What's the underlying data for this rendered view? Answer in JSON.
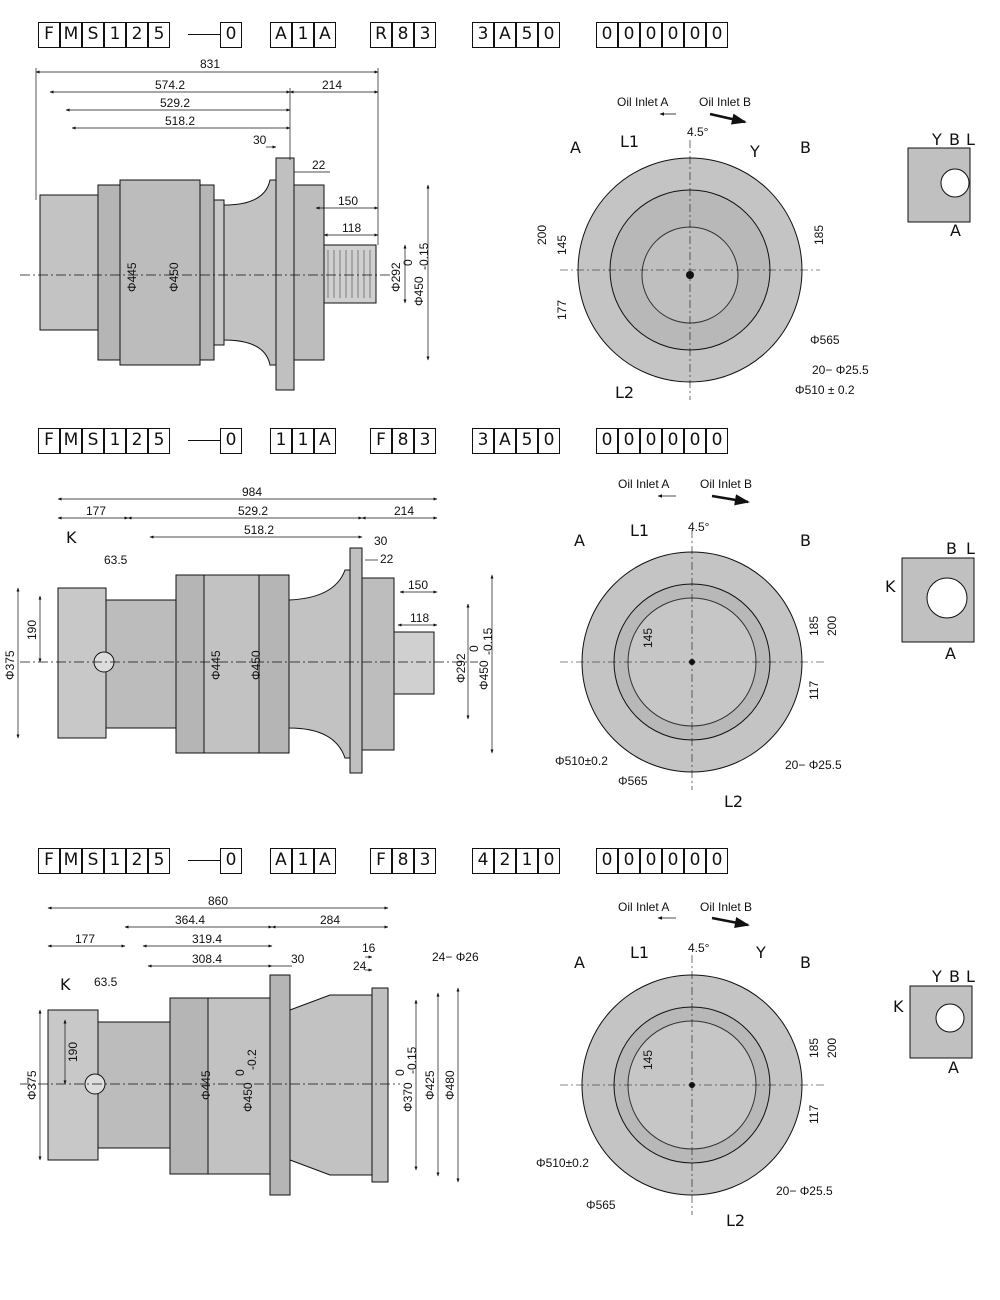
{
  "sections": [
    {
      "code": {
        "g1": [
          "F",
          "M",
          "S",
          "1",
          "2",
          "5"
        ],
        "g2": [
          "0"
        ],
        "g3": [
          "A",
          "1",
          "A"
        ],
        "g4": [
          "R",
          "8",
          "3"
        ],
        "g5": [
          "3",
          "A",
          "5",
          "0"
        ],
        "g6": [
          "0",
          "0",
          "0",
          "0",
          "0",
          "0"
        ]
      },
      "side_dims": {
        "d1": "831",
        "d2": "574.2",
        "d3": "214",
        "d4": "529.2",
        "d5": "518.2",
        "d6": "30",
        "d7": "22",
        "d8": "150",
        "d9": "118",
        "phi1": "Φ445",
        "phi2": "Φ450",
        "phi3": "Φ292",
        "phi4": "Φ450",
        "tol_top": "0",
        "tol_bot": "-0.15"
      },
      "front": {
        "oil_a": "Oil Inlet A",
        "oil_b": "Oil Inlet B",
        "angle": "4.5°",
        "A": "A",
        "L1": "L1",
        "Y": "Y",
        "B": "B",
        "L2": "L2",
        "v200": "200",
        "v145": "145",
        "v177": "177",
        "v185": "185",
        "phi565": "Φ565",
        "holes": "20− Φ25.5",
        "phi510": "Φ510 ± 0.2"
      },
      "small": {
        "Y": "Y",
        "B": "B",
        "L": "L",
        "A": "A"
      }
    },
    {
      "code": {
        "g1": [
          "F",
          "M",
          "S",
          "1",
          "2",
          "5"
        ],
        "g2": [
          "0"
        ],
        "g3": [
          "1",
          "1",
          "A"
        ],
        "g4": [
          "F",
          "8",
          "3"
        ],
        "g5": [
          "3",
          "A",
          "5",
          "0"
        ],
        "g6": [
          "0",
          "0",
          "0",
          "0",
          "0",
          "0"
        ]
      },
      "side_dims": {
        "d1": "984",
        "d2": "177",
        "d3": "529.2",
        "d4": "214",
        "d5": "518.2",
        "d6": "30",
        "d7": "22",
        "d8": "150",
        "d9": "118",
        "d10": "63.5",
        "K": "K",
        "v190": "190",
        "phi0": "Φ375",
        "phi1": "Φ445",
        "phi2": "Φ450",
        "phi3": "Φ292",
        "phi4": "Φ450",
        "tol_top": "0",
        "tol_bot": "-0.15"
      },
      "front": {
        "oil_a": "Oil Inlet A",
        "oil_b": "Oil Inlet B",
        "angle": "4.5°",
        "A": "A",
        "L1": "L1",
        "B": "B",
        "L2": "L2",
        "v145": "145",
        "v185": "185",
        "v200": "200",
        "v117": "117",
        "phi510": "Φ510±0.2",
        "phi565": "Φ565",
        "holes": "20− Φ25.5"
      },
      "small": {
        "K": "K",
        "B": "B",
        "L": "L",
        "A": "A"
      }
    },
    {
      "code": {
        "g1": [
          "F",
          "M",
          "S",
          "1",
          "2",
          "5"
        ],
        "g2": [
          "0"
        ],
        "g3": [
          "A",
          "1",
          "A"
        ],
        "g4": [
          "F",
          "8",
          "3"
        ],
        "g5": [
          "4",
          "2",
          "1",
          "0"
        ],
        "g6": [
          "0",
          "0",
          "0",
          "0",
          "0",
          "0"
        ]
      },
      "side_dims": {
        "d1": "860",
        "d2": "364.4",
        "d3": "284",
        "d4": "177",
        "d5": "319.4",
        "d6": "308.4",
        "d7": "30",
        "d8": "16",
        "d9": "24",
        "d10": "63.5",
        "holes": "24− Φ26",
        "K": "K",
        "v190": "190",
        "phi0": "Φ375",
        "phi1": "Φ445",
        "phi2": "Φ450",
        "phi3": "Φ370",
        "phi4": "Φ425",
        "phi5": "Φ480",
        "tol2_top": "0",
        "tol2_bot": "-0.2",
        "tol3_top": "0",
        "tol3_bot": "-0.15"
      },
      "front": {
        "oil_a": "Oil Inlet A",
        "oil_b": "Oil Inlet B",
        "angle": "4.5°",
        "A": "A",
        "L1": "L1",
        "Y": "Y",
        "B": "B",
        "L2": "L2",
        "v145": "145",
        "v185": "185",
        "v200": "200",
        "v117": "117",
        "phi510": "Φ510±0.2",
        "phi565": "Φ565",
        "holes": "20− Φ25.5"
      },
      "small": {
        "K": "K",
        "Y": "Y",
        "B": "B",
        "L": "L",
        "A": "A"
      }
    }
  ]
}
